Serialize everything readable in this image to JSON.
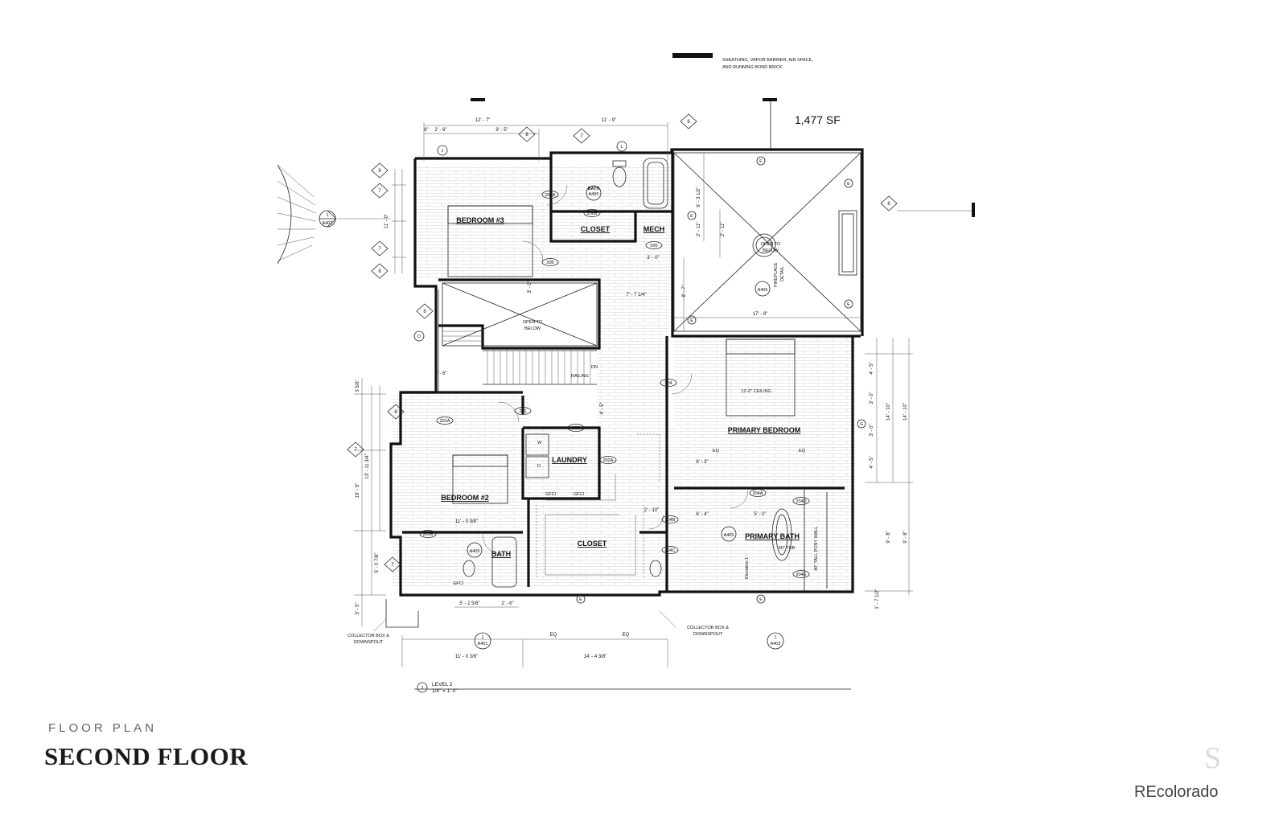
{
  "area_label": "1,477 SF",
  "notes": {
    "wall_note_line1": "SHEATHING, VAPOR BARRIER, AIR SPACE,",
    "wall_note_line2": "AND RUNNING BOND BRICK"
  },
  "rooms": {
    "bedroom3": "BEDROOM #3",
    "closet_top": "CLOSET",
    "mech": "MECH",
    "bath_top": "BATH",
    "open_below_left_1": "OPEN TO",
    "open_below_left_2": "BELOW",
    "open_below_right_1": "OPEN TO",
    "open_below_right_2": "BELOW",
    "fireplace_1": "FIREPLACE",
    "fireplace_2": "DETAIL",
    "ceiling": "12'-0\" CEILING",
    "primary_bedroom": "PRIMARY BEDROOM",
    "laundry": "LAUNDRY",
    "bedroom2": "BEDROOM #2",
    "closet_bottom": "CLOSET",
    "bath_bottom": "BATH",
    "primary_bath": "PRIMARY BATH",
    "tub": "60\" TUB",
    "pony_wall": "40\" TALL PONY WALL",
    "elevation": "Elevation 1 -",
    "railing": "RAILING",
    "dn": "DN",
    "eq1": "EQ",
    "eq2": "EQ",
    "w": "W",
    "d": "D",
    "gfci1": "GFCI",
    "gfci2": "GFCI",
    "gfci3": "GFCI"
  },
  "door_tags": [
    "206A",
    "206B",
    "206",
    "205",
    "204",
    "201",
    "201A",
    "202",
    "202A",
    "201B",
    "204A",
    "204B",
    "204C",
    "204D",
    "204E"
  ],
  "section_tags": {
    "a402": "A402",
    "a401": "A401",
    "a403": "A403",
    "a405a": "A405",
    "a405b": "A405",
    "a405c": "A405",
    "a406": "A406",
    "num1": "1"
  },
  "grid_tags": {
    "j": "J",
    "l": "L",
    "d": "D",
    "e": "E",
    "g": "G",
    "six": "6",
    "seven": "7",
    "eight": "8"
  },
  "dimensions": {
    "d1": "12' - 7\"",
    "d2": "11' - 9\"",
    "d3": "9' - 5\"",
    "d4": "2' - 6\"",
    "d5": "8\"",
    "d6": "11' - 0\"",
    "d7": "6' - 3 1/2\"",
    "d8": "2' - 11\"",
    "d9": "2' - 11\"",
    "d10": "8' - 7\"",
    "d11": "17' - 8\"",
    "d12": "7' - 7 1/4\"",
    "d13": "3' - 0\"",
    "d14": "4' - 5\"",
    "d15": "4' - 5\"",
    "d16": "3' - 0\"",
    "d17": "3' - 0\"",
    "d18": "14' - 10\"",
    "d19": "14' - 10\"",
    "d20": "9' - 8\"",
    "d21": "9' - 8\"",
    "d22": "1' - 7 1/2\"",
    "d23": "13' - 11 3/4\"",
    "d24": "19' - 5\"",
    "d25": "5' - 0 7/8\"",
    "d26": "3' - 5\"",
    "d27": "3 5/8\"",
    "d28": "11' - 0 3/8\"",
    "d29": "11' - 0 3/8\"",
    "d30": "5' - 2 5/8\"",
    "d31": "2' - 6\"",
    "d32": "14' - 4 3/8\"",
    "d33": "EQ",
    "d34": "EQ",
    "d35": "6' - 3\"",
    "d36": "6' - 4\"",
    "d37": "5' - 0\"",
    "d38": "2' - 10\"",
    "d39": "2' - 6\"",
    "d40": "4' - 5\"",
    "d41": "3' - 0\""
  },
  "callouts": {
    "collector_left_1": "COLLECTOR BOX &",
    "collector_left_2": "DOWNSPOUT",
    "collector_right_1": "COLLECTOR BOX &",
    "collector_right_2": "DOWNSPOUT",
    "level": "LEVEL 2",
    "scale": "1/4\" = 1'-0\""
  },
  "footer": {
    "subtitle": "FLOOR PLAN",
    "title": "SECOND FLOOR",
    "watermark": "S",
    "brand": "REcolorado"
  }
}
